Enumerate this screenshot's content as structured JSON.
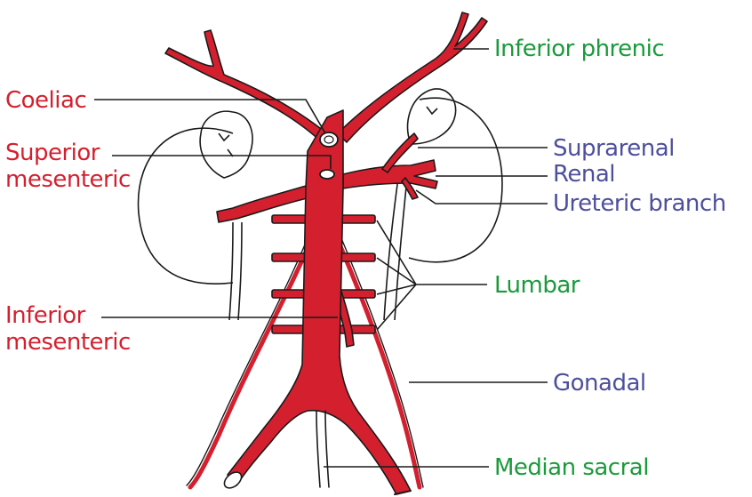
{
  "labels": {
    "coeliac": "Coeliac",
    "superior_mesenteric_line1": "Superior",
    "superior_mesenteric_line2": "mesenteric",
    "inferior_mesenteric_line1": "Inferior",
    "inferior_mesenteric_line2": "mesenteric",
    "inferior_phrenic": "Inferior phrenic",
    "suprarenal": "Suprarenal",
    "renal": "Renal",
    "ureteric_branch": "Ureteric branch",
    "lumbar": "Lumbar",
    "gonadal": "Gonadal",
    "median_sacral": "Median sacral"
  },
  "colors": {
    "artery": "#d4202e",
    "label_red": "#d4202e",
    "label_green": "#1b9a3c",
    "label_blue": "#4d4f9c",
    "outline": "#1a1a1a"
  }
}
